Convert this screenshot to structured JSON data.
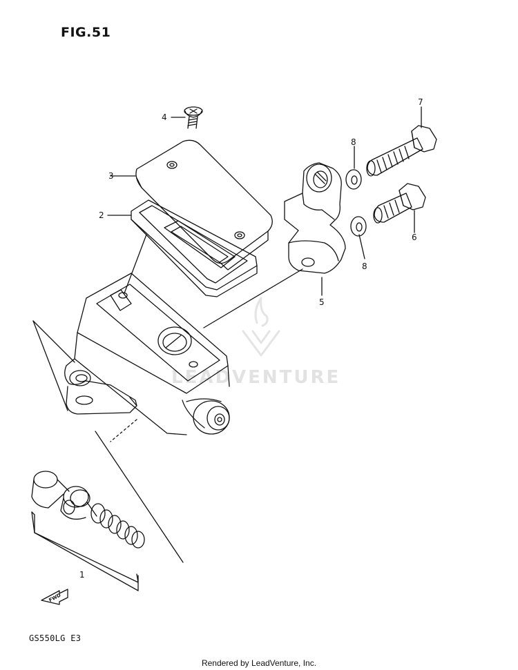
{
  "figure": {
    "title": "FIG.51",
    "model_code": "GS550LG  E3",
    "footer": "Rendered by LeadVenture, Inc.",
    "watermark_text": "LEADVENTURE"
  },
  "callouts": {
    "c1": "1",
    "c2": "2",
    "c3": "3",
    "c4": "4",
    "c5": "5",
    "c6": "6",
    "c7": "7",
    "c8a": "8",
    "c8b": "8"
  },
  "arrow": {
    "label": "FWD"
  },
  "colors": {
    "line": "#111111",
    "watermark": "#e2e2e2"
  }
}
